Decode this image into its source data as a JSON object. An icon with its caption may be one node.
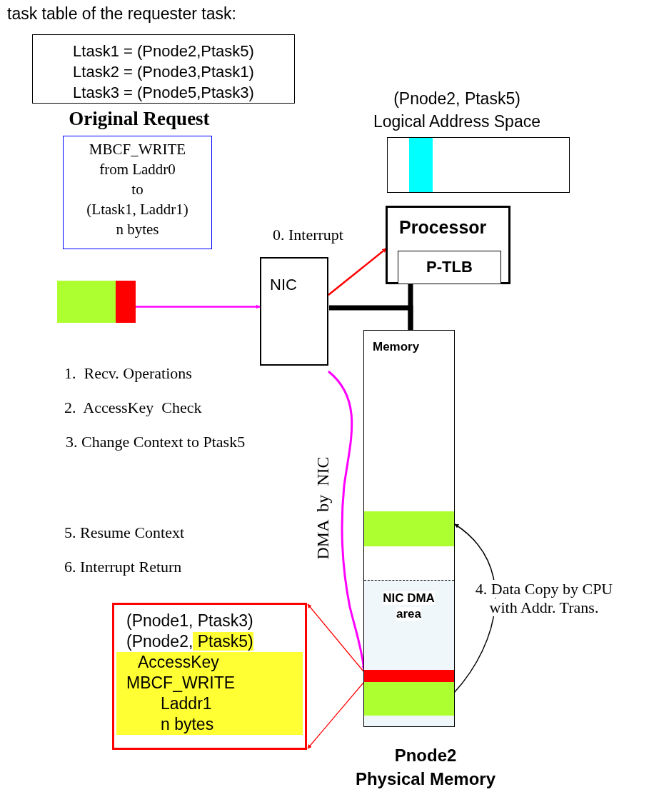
{
  "diagram": {
    "nodes": [
      {
        "text": [
          "task table of the requester task:",
          "Ltask1 = (Pnode2,Ptask5)",
          "Ltask2 = (Pnode3,Ptask1)",
          "Ltask3 = (Pnode5,Ptask3)"
        ]
      },
      {
        "text": [
          "Original Request",
          "MBCF_WRITE",
          "from  Laddr0",
          "to",
          "(Ltask1, Laddr1)",
          "n bytes"
        ]
      },
      {
        "text": [
          "(Pnode2, Ptask5)",
          "Logical Address Space"
        ]
      },
      {
        "text": [
          "Processor"
        ]
      },
      {
        "text": [
          "P-TLB"
        ],
        "in": 3
      },
      {
        "text": [
          "NIC"
        ]
      },
      {
        "text": [],
        "shape": "bar"
      },
      {
        "text": [
          "Memory",
          "Pnode2",
          "Physical Memory"
        ]
      },
      {
        "text": [],
        "shape": "bar",
        "in": 7
      },
      {
        "text": [
          "NIC DMA area"
        ],
        "in": 7
      },
      {
        "text": [],
        "shape": "bar",
        "in": 9
      },
      {
        "text": [],
        "shape": "bar",
        "in": 9
      },
      {
        "text": [
          "(Pnode1, Ptask3)",
          "(Pnode2, Ptask5)",
          "AccessKey",
          "MBCF_WRITE",
          "Laddr1",
          "n bytes"
        ]
      },
      {
        "text": [],
        "shape": "bar",
        "in": 2
      }
    ],
    "edges": [
      {
        "from": 6,
        "to": 5,
        "arrow": "to",
        "color": "#ff00ff"
      },
      {
        "from": 5,
        "to": 3,
        "arrow": "to",
        "label": "0. Interrupt",
        "color": "#ff0000"
      },
      {
        "from": 5,
        "to": 7,
        "arrow": "none",
        "style": "thick",
        "color": "#000000"
      },
      {
        "from": 3,
        "to": 7,
        "arrow": "none",
        "style": "thick",
        "color": "#000000"
      },
      {
        "from": 5,
        "to": 10,
        "arrow": "to",
        "label": "DMA  by  NIC",
        "color": "#ff00ff"
      },
      {
        "from": 11,
        "to": 8,
        "arrow": "to",
        "label": "4. Data Copy by CPU with  Addr. Trans.",
        "color": "#000000"
      },
      {
        "from": 10,
        "to": 12,
        "arrow": "to",
        "color": "#ff0000"
      },
      {
        "from": 10,
        "to": 12,
        "arrow": "to",
        "color": "#ff0000"
      }
    ],
    "labels": [
      "1.  Recv. Operations",
      "2.  AccessKey  Check",
      "3. Change Context to Ptask5",
      "5. Resume Context",
      "6. Interrupt Return"
    ]
  }
}
